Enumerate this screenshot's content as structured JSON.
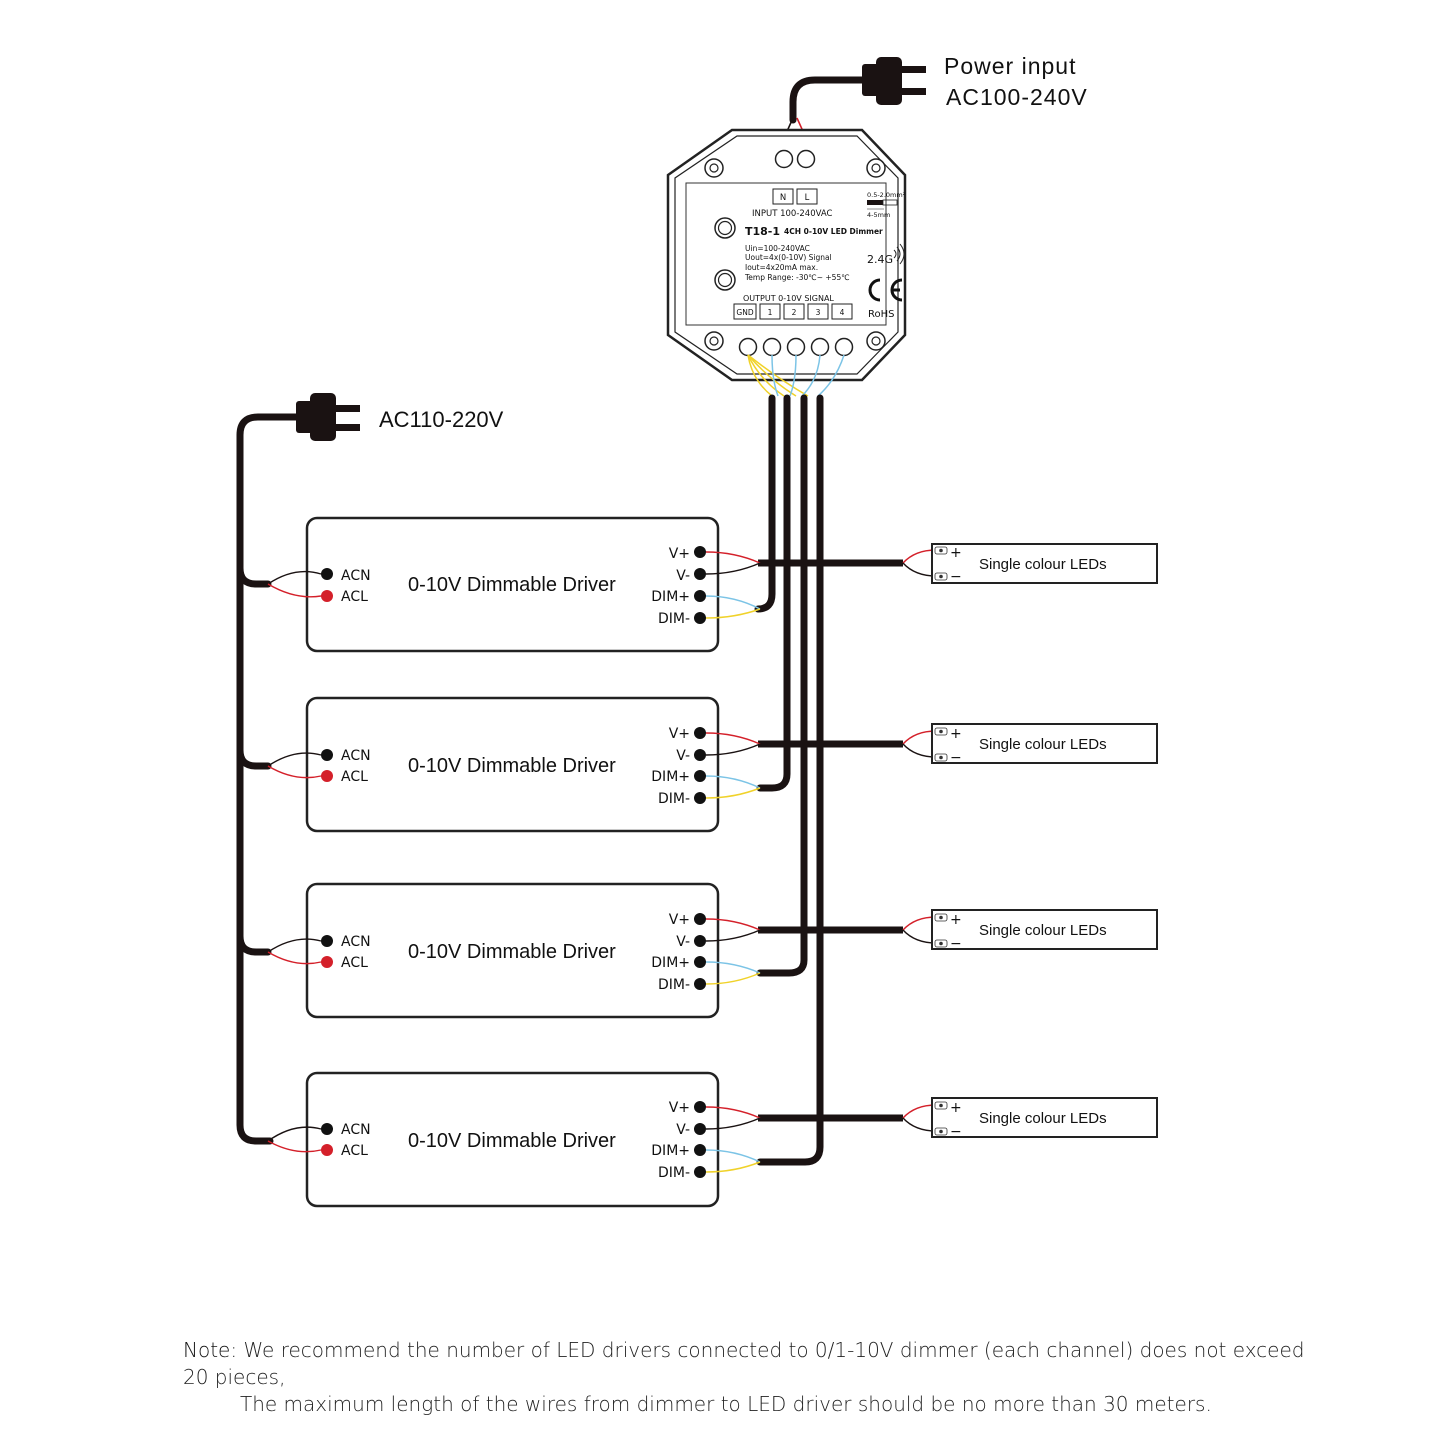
{
  "power_input": {
    "line1": "Power input",
    "line2": "AC100-240V"
  },
  "mains": {
    "label": "AC110-220V"
  },
  "dimmer": {
    "terminal_n": "N",
    "terminal_l": "L",
    "input_label": "INPUT  100-240VAC",
    "model": "T18-1",
    "model_desc": "4CH 0-10V LED Dimmer",
    "spec1": "Uin=100-240VAC",
    "spec2": "Uout=4x(0-10V) Signal",
    "spec3": "Iout=4x20mA max.",
    "spec4": "Temp Range: -30℃~ +55℃",
    "wire_gauge": "0.5-2.0mm²",
    "strip_length": "4-5mm",
    "rf": "2.4G",
    "ce": "CE",
    "rohs": "RoHS",
    "output_label": "OUTPUT  0-10V SIGNAL",
    "output_terminals": [
      "GND",
      "1",
      "2",
      "3",
      "4"
    ]
  },
  "drivers": [
    {
      "title": "0-10V Dimmable Driver",
      "acn": "ACN",
      "acl": "ACL",
      "vplus": "V+",
      "vminus": "V-",
      "dimplus": "DIM+",
      "dimminus": "DIM-"
    },
    {
      "title": "0-10V Dimmable Driver",
      "acn": "ACN",
      "acl": "ACL",
      "vplus": "V+",
      "vminus": "V-",
      "dimplus": "DIM+",
      "dimminus": "DIM-"
    },
    {
      "title": "0-10V Dimmable Driver",
      "acn": "ACN",
      "acl": "ACL",
      "vplus": "V+",
      "vminus": "V-",
      "dimplus": "DIM+",
      "dimminus": "DIM-"
    },
    {
      "title": "0-10V Dimmable Driver",
      "acn": "ACN",
      "acl": "ACL",
      "vplus": "V+",
      "vminus": "V-",
      "dimplus": "DIM+",
      "dimminus": "DIM-"
    }
  ],
  "leds": [
    {
      "label": "Single colour LEDs",
      "plus": "+",
      "minus": "−"
    },
    {
      "label": "Single colour LEDs",
      "plus": "+",
      "minus": "−"
    },
    {
      "label": "Single colour LEDs",
      "plus": "+",
      "minus": "−"
    },
    {
      "label": "Single colour LEDs",
      "plus": "+",
      "minus": "−"
    }
  ],
  "note": {
    "key": "Note:",
    "line1": " We recommend the number of LED drivers connected to 0/1-10V dimmer (each channel) does not exceed 20 pieces,",
    "line2": "The maximum length of the wires from dimmer to LED driver should be no more than 30 meters."
  },
  "colors": {
    "wire_black": "#1a1212",
    "wire_red": "#d4202a",
    "wire_blue": "#7cc4e6",
    "wire_yellow": "#f0d22a",
    "outline": "#222222"
  }
}
